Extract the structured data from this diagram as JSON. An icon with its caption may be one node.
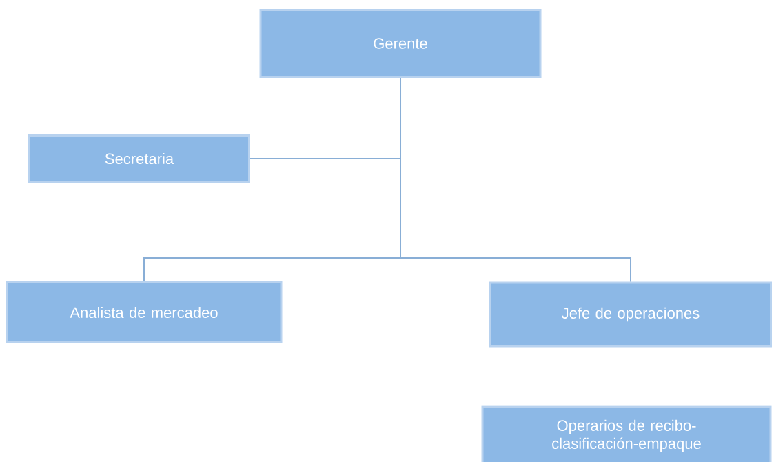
{
  "diagram": {
    "nodes": [
      {
        "text": [
          "Gerente"
        ]
      },
      {
        "text": [
          "Secretaria"
        ]
      },
      {
        "text": [
          "Analista de mercadeo"
        ]
      },
      {
        "text": [
          "Jefe de operaciones"
        ]
      },
      {
        "text": [
          "Operarios de recibo-clasificación-empaque"
        ]
      }
    ],
    "edges": [
      {
        "from": 0,
        "to": 1,
        "arrow": "none"
      },
      {
        "from": 0,
        "to": 2,
        "arrow": "none"
      },
      {
        "from": 0,
        "to": 3,
        "arrow": "none"
      }
    ]
  }
}
